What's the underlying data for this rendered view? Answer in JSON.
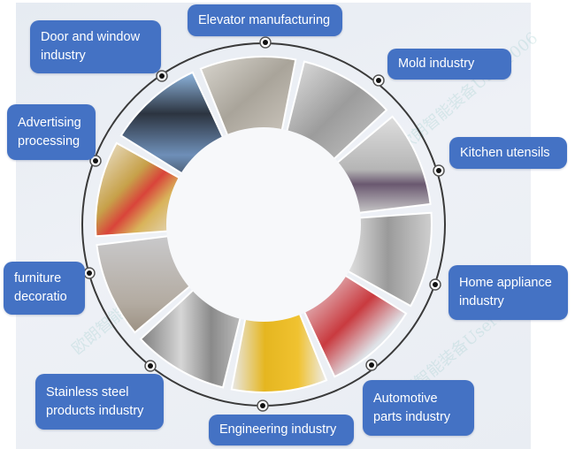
{
  "diagram": {
    "type": "circular-application-wheel",
    "center_image": "blank-white-circle",
    "ring_color": "#333333",
    "label_color": "#4472c4",
    "label_text_color": "#ffffff",
    "background_color": "#e9edf3"
  },
  "labels": {
    "elevator": "Elevator manufacturing",
    "door_window": "Door and window industry",
    "mold": "Mold industry",
    "advertising": "Advertising processing",
    "kitchen": "Kitchen utensils",
    "furniture": "furniture decoratio",
    "home_appliance": "Home appliance industry",
    "stainless": "Stainless steel products industry",
    "automotive": "Automotive parts industry",
    "engineering": "Engineering industry"
  },
  "segments": [
    {
      "name": "elevator-photo",
      "subject": "escalators"
    },
    {
      "name": "mold-photo",
      "subject": "steel mold"
    },
    {
      "name": "kitchen-photo",
      "subject": "stainless kitchen counter"
    },
    {
      "name": "home-appliance-photo",
      "subject": "fridge, oven, washing machine"
    },
    {
      "name": "automotive-photo",
      "subject": "red SUV"
    },
    {
      "name": "engineering-photo",
      "subject": "yellow wheel loader"
    },
    {
      "name": "stainless-photo",
      "subject": "brushed stainless steel"
    },
    {
      "name": "furniture-photo",
      "subject": "geometric wire planter"
    },
    {
      "name": "advertising-photo",
      "subject": "gold channel letters"
    },
    {
      "name": "door-window-photo",
      "subject": "aluminum window"
    }
  ],
  "watermark": "欧朗智能装备User1006"
}
